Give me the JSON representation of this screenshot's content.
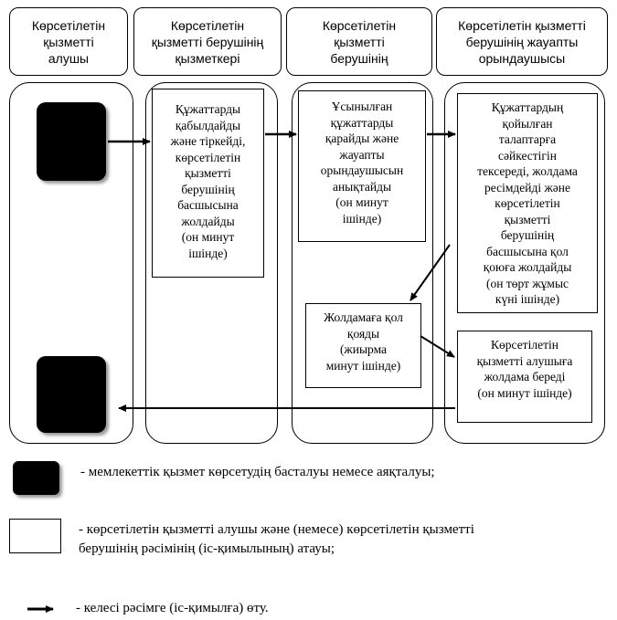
{
  "headers": {
    "receiver": "Көрсетілетін\nқызметті\nалушы",
    "employee": "Көрсетілетін\nқызметті берушінің\nқызметкері",
    "provider": "Көрсетілетін\nқызметті\nберушінің",
    "executor": "Көрсетілетін қызметті\nберушінің жауапты\nорындаушысы"
  },
  "steps": {
    "step1": "Құжаттарды\nқабылдайды\nжәне тіркейді,\nкөрсетілетін\nқызметті\nберушінің\nбасшысына\nжолдайды\n(он минут\nішінде)",
    "step2": "Ұсынылған\nқұжаттарды\nқарайды және\nжауапты\nорындаушысын\nанықтайды\n(он минут\nішінде)",
    "step3": "Құжаттардың\nқойылған\nталаптарға\nсәйкестігін\nтексереді, жолдама\nресімдейді  және\nкөрсетілетін\nқызметті\nберушінің\nбасшысына  қол\nқоюға жолдайды\n(он төрт жұмыс\nкүні ішінде)",
    "step4": "Жолдамаға қол\nқояды\n(жиырма\nминут ішінде)",
    "step5": "Көрсетілетін\nқызметті алушыға\nжолдама береді\n(он минут ішінде)"
  },
  "legend": {
    "terminal": "- мемлекеттік қызмет көрсетудің басталуы немесе аяқталуы;",
    "process": " - көрсетілетін қызметті алушы және (немесе) көрсетілетін қызметті\nберушінің рәсімінің (іс-қимылының) атауы;",
    "arrow": "- келесі рәсімге (іс-қимылға) өту."
  }
}
